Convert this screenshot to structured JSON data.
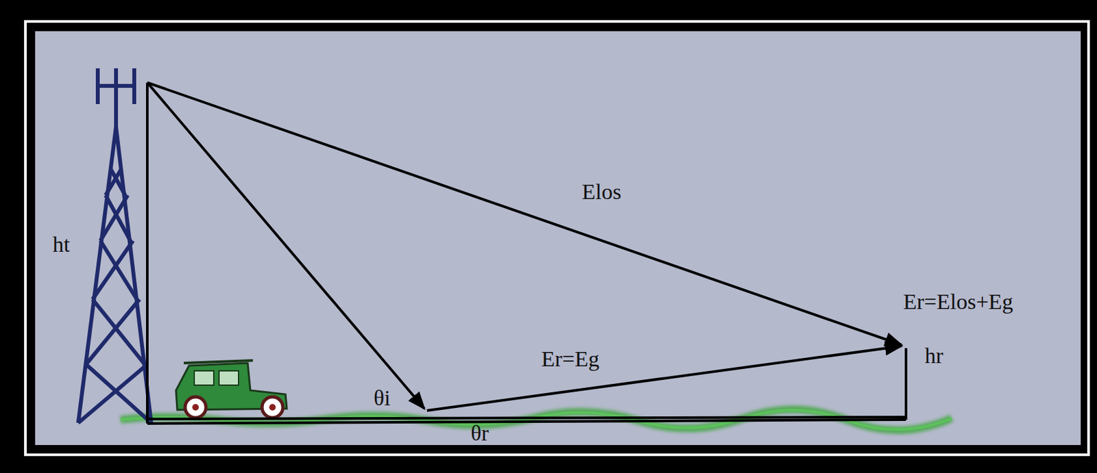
{
  "diagram": {
    "labels": [
      "ht",
      "Elos",
      "Er=Elos+Eg",
      "Er=Eg",
      "hr",
      "θi",
      "θr"
    ]
  }
}
